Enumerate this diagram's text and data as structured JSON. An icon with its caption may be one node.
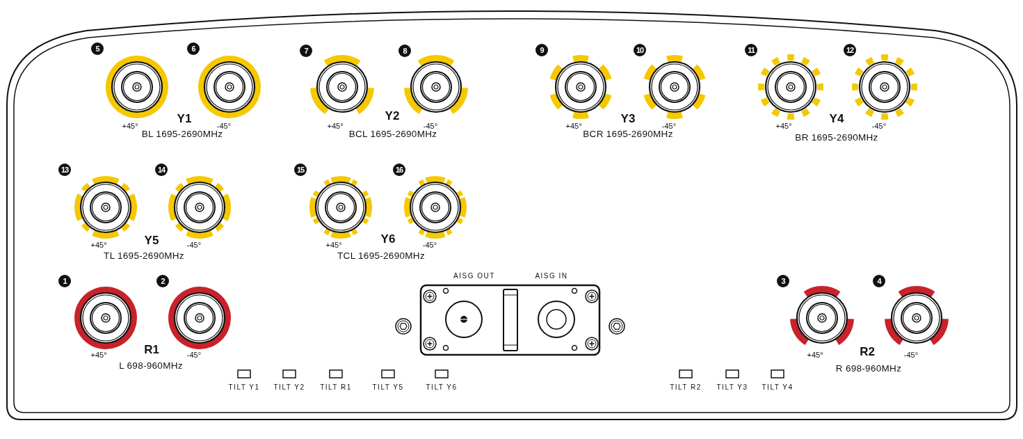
{
  "diagram": {
    "labels": [
      "5",
      "6",
      "+45°",
      "Y1",
      "-45°",
      "BL 1695-2690MHz",
      "7",
      "8",
      "+45°",
      "Y2",
      "-45°",
      "BCL 1695-2690MHz",
      "9",
      "10",
      "+45°",
      "Y3",
      "-45°",
      "BCR 1695-2690MHz",
      "11",
      "12",
      "+45°",
      "Y4",
      "-45°",
      "BR 1695-2690MHz",
      "13",
      "14",
      "+45°",
      "Y5",
      "-45°",
      "TL 1695-2690MHz",
      "15",
      "16",
      "+45°",
      "Y6",
      "-45°",
      "TCL 1695-2690MHz",
      "1",
      "2",
      "+45°",
      "R1",
      "-45°",
      "L 698-960MHz",
      "3",
      "4",
      "+45°",
      "R2",
      "-45°",
      "R 698-960MHz",
      "AISG OUT",
      "AISG IN",
      "TILT Y1",
      "TILT Y2",
      "TILT R1",
      "TILT Y5",
      "TILT Y6",
      "TILT R2",
      "TILT Y3",
      "TILT Y4"
    ]
  }
}
